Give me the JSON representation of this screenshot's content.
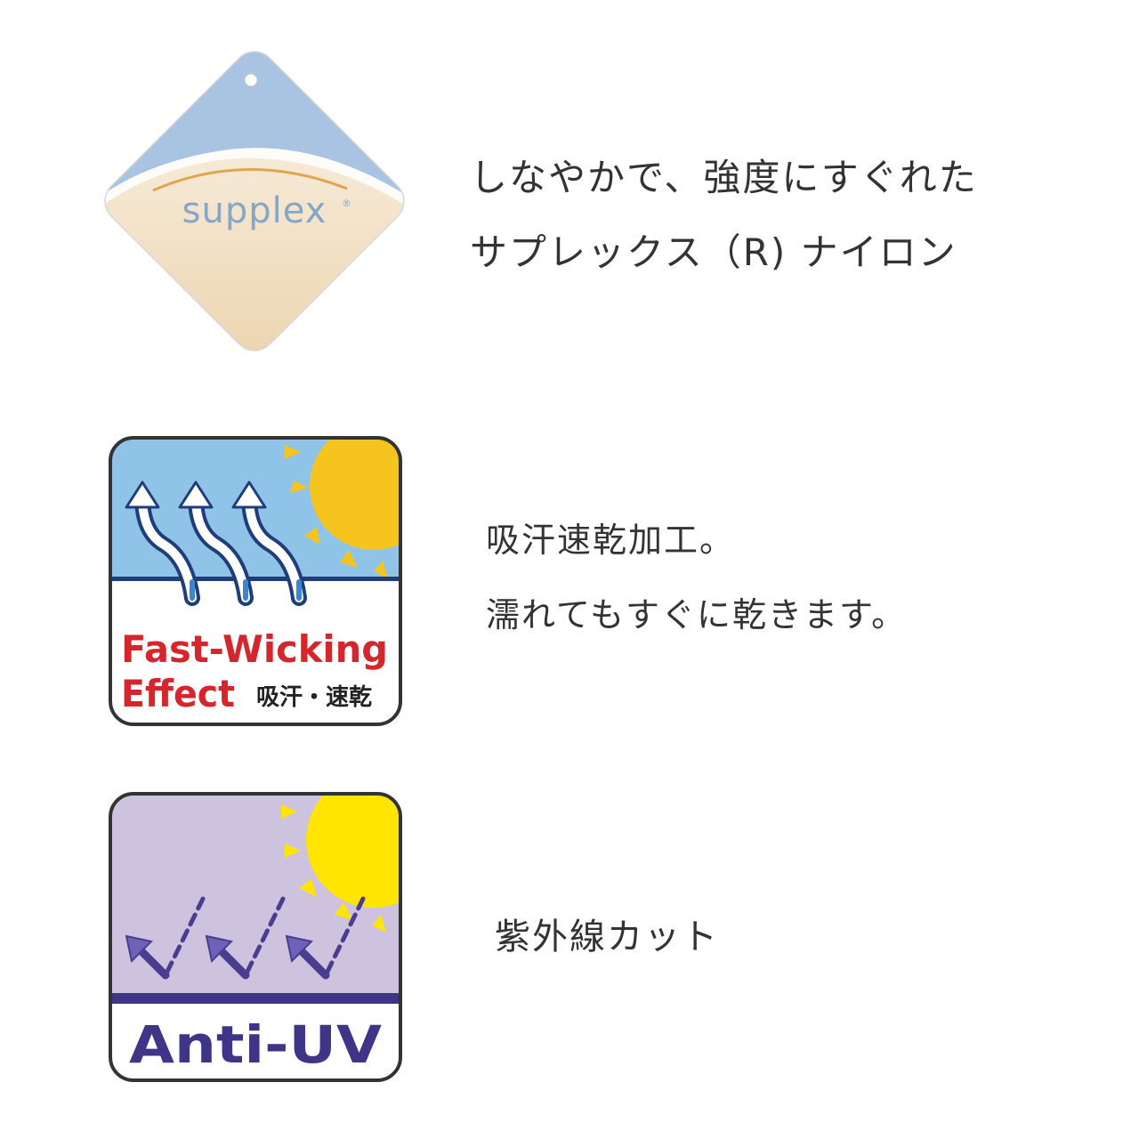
{
  "features": [
    {
      "badge": {
        "logo_text": "supplex",
        "logo_mark": "®"
      },
      "lines": [
        "しなやかで、強度にすぐれた",
        "サプレックス（R) ナイロン"
      ]
    },
    {
      "badge": {
        "title_line1": "Fast-Wicking",
        "title_line2": "Effect",
        "subtitle": "吸汗・速乾"
      },
      "lines": [
        "吸汗速乾加工。",
        "濡れてもすぐに乾きます。"
      ]
    },
    {
      "badge": {
        "title": "Anti-UV"
      },
      "lines": [
        "紫外線カット"
      ]
    }
  ],
  "colors": {
    "supplex_blue": "#a9c4e2",
    "supplex_cream": "#f5e8d2",
    "wicking_sky": "#8fc4e8",
    "wicking_red": "#d4262b",
    "sun_yellow": "#f6c41e",
    "uv_lavender": "#cdc3df",
    "uv_purple": "#4a3d8f"
  },
  "icons": [
    "supplex-tag-icon",
    "fast-wicking-icon",
    "anti-uv-icon",
    "sun-icon",
    "wicking-arrow-icon",
    "uv-check-arrow-icon"
  ]
}
